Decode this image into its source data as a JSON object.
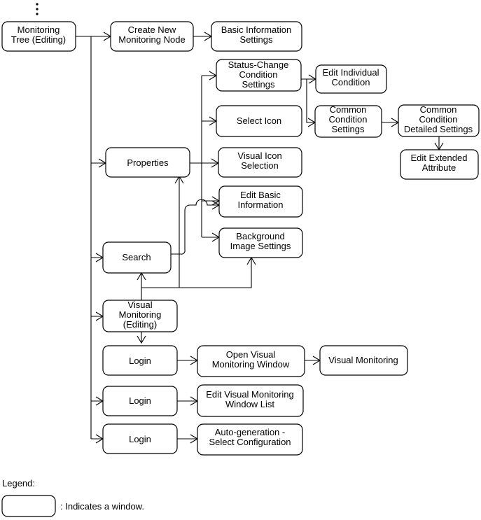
{
  "nodes": {
    "monitoring_tree": [
      "Monitoring",
      "Tree (Editing)"
    ],
    "create_node": [
      "Create New",
      "Monitoring Node"
    ],
    "basic_info_settings": [
      "Basic Information",
      "Settings"
    ],
    "status_change": [
      "Status-Change",
      "Condition",
      "Settings"
    ],
    "edit_individual": [
      "Edit Individual",
      "Condition"
    ],
    "select_icon": [
      "Select Icon"
    ],
    "common_condition": [
      "Common",
      "Condition",
      "Settings"
    ],
    "common_detailed": [
      "Common",
      "Condition",
      "Detailed Settings"
    ],
    "edit_extended": [
      "Edit Extended",
      "Attribute"
    ],
    "properties": [
      "Properties"
    ],
    "visual_icon": [
      "Visual Icon",
      "Selection"
    ],
    "edit_basic": [
      "Edit Basic",
      "Information"
    ],
    "background_image": [
      "Background",
      "Image Settings"
    ],
    "search": [
      "Search"
    ],
    "visual_monitoring_editing": [
      "Visual",
      "Monitoring",
      "(Editing)"
    ],
    "login_1": [
      "Login"
    ],
    "open_visual": [
      "Open Visual",
      "Monitoring Window"
    ],
    "visual_monitoring": [
      "Visual Monitoring"
    ],
    "login_2": [
      "Login"
    ],
    "edit_window_list": [
      "Edit Visual Monitoring",
      "Window List"
    ],
    "login_3": [
      "Login"
    ],
    "auto_generation": [
      "Auto-generation -",
      "Select Configuration"
    ]
  },
  "legend": {
    "title": "Legend:",
    "window_description": ": Indicates a window."
  }
}
